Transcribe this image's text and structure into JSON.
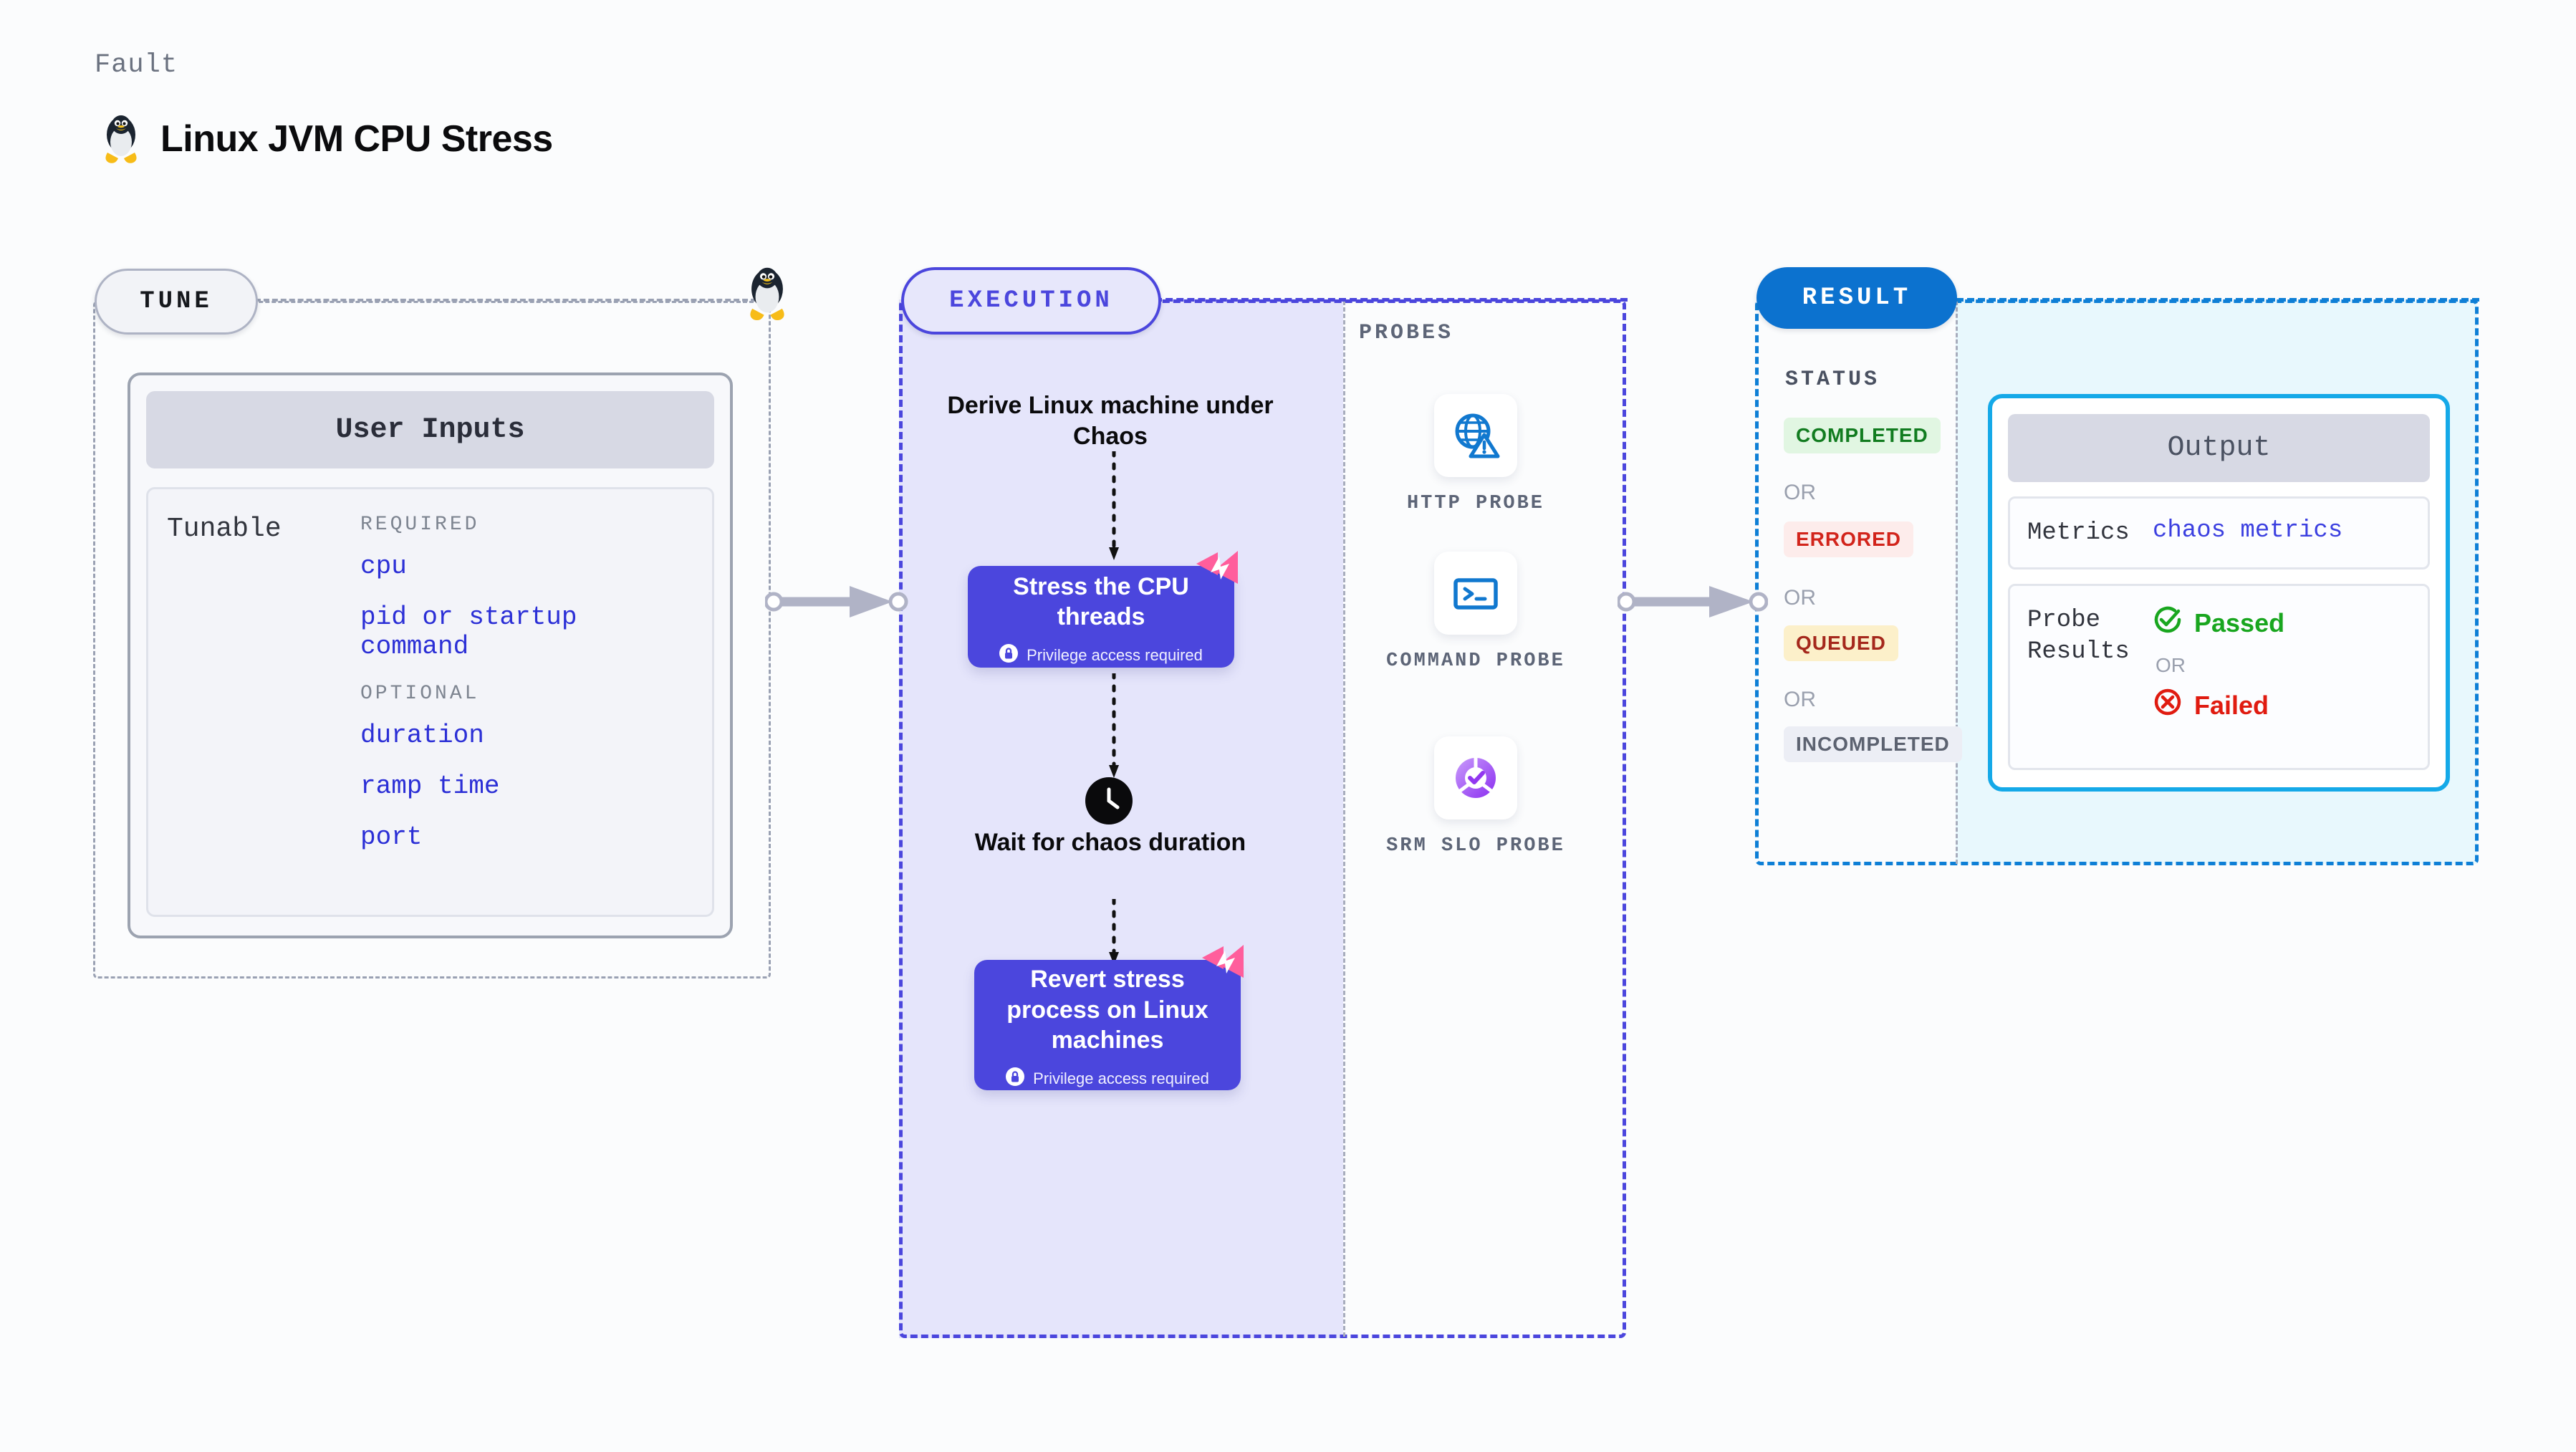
{
  "header": {
    "kicker": "Fault",
    "title": "Linux JVM CPU Stress",
    "icon": "tux-penguin-icon"
  },
  "tune": {
    "badge": "TUNE",
    "card_title": "User Inputs",
    "tunable_label": "Tunable",
    "required_title": "REQUIRED",
    "required_items": [
      "cpu",
      "pid or startup command"
    ],
    "optional_title": "OPTIONAL",
    "optional_items": [
      "duration",
      "ramp time",
      "port"
    ]
  },
  "execution": {
    "badge": "EXECUTION",
    "steps": [
      {
        "type": "text",
        "label": "Derive Linux machine under Chaos"
      },
      {
        "type": "card",
        "label": "Stress the CPU threads",
        "note": "Privilege access required"
      },
      {
        "type": "text",
        "label": "Wait for chaos duration",
        "icon": "clock-icon"
      },
      {
        "type": "card",
        "label": "Revert stress process on Linux machines",
        "note": "Privilege access required"
      }
    ]
  },
  "probes": {
    "title": "PROBES",
    "items": [
      {
        "label": "HTTP PROBE",
        "icon": "globe-warning-icon"
      },
      {
        "label": "COMMAND PROBE",
        "icon": "terminal-icon"
      },
      {
        "label": "SRM SLO PROBE",
        "icon": "slo-donut-check-icon"
      }
    ]
  },
  "result": {
    "badge": "RESULT",
    "status_title": "STATUS",
    "or_label": "OR",
    "statuses": [
      {
        "label": "COMPLETED",
        "color": "#127c20",
        "bg": "#e1f6e2"
      },
      {
        "label": "ERRORED",
        "color": "#d2241b",
        "bg": "#fdeceb"
      },
      {
        "label": "QUEUED",
        "color": "#a5281c",
        "bg": "#fcf0ca"
      },
      {
        "label": "INCOMPLETED",
        "color": "#5c6270",
        "bg": "#eceef5"
      }
    ],
    "output": {
      "title": "Output",
      "metrics_key": "Metrics",
      "metrics_value": "chaos metrics",
      "probe_results_key": "Probe Results",
      "passed_label": "Passed",
      "failed_label": "Failed",
      "or_label": "OR"
    }
  },
  "colors": {
    "accent_purple": "#4b46dd",
    "accent_blue": "#0c72cf",
    "accent_cyan": "#15a9e8",
    "tune_border": "#9aa1b3",
    "link_blue": "#2b2fd6",
    "harness_pink": "#ff5e9c"
  }
}
